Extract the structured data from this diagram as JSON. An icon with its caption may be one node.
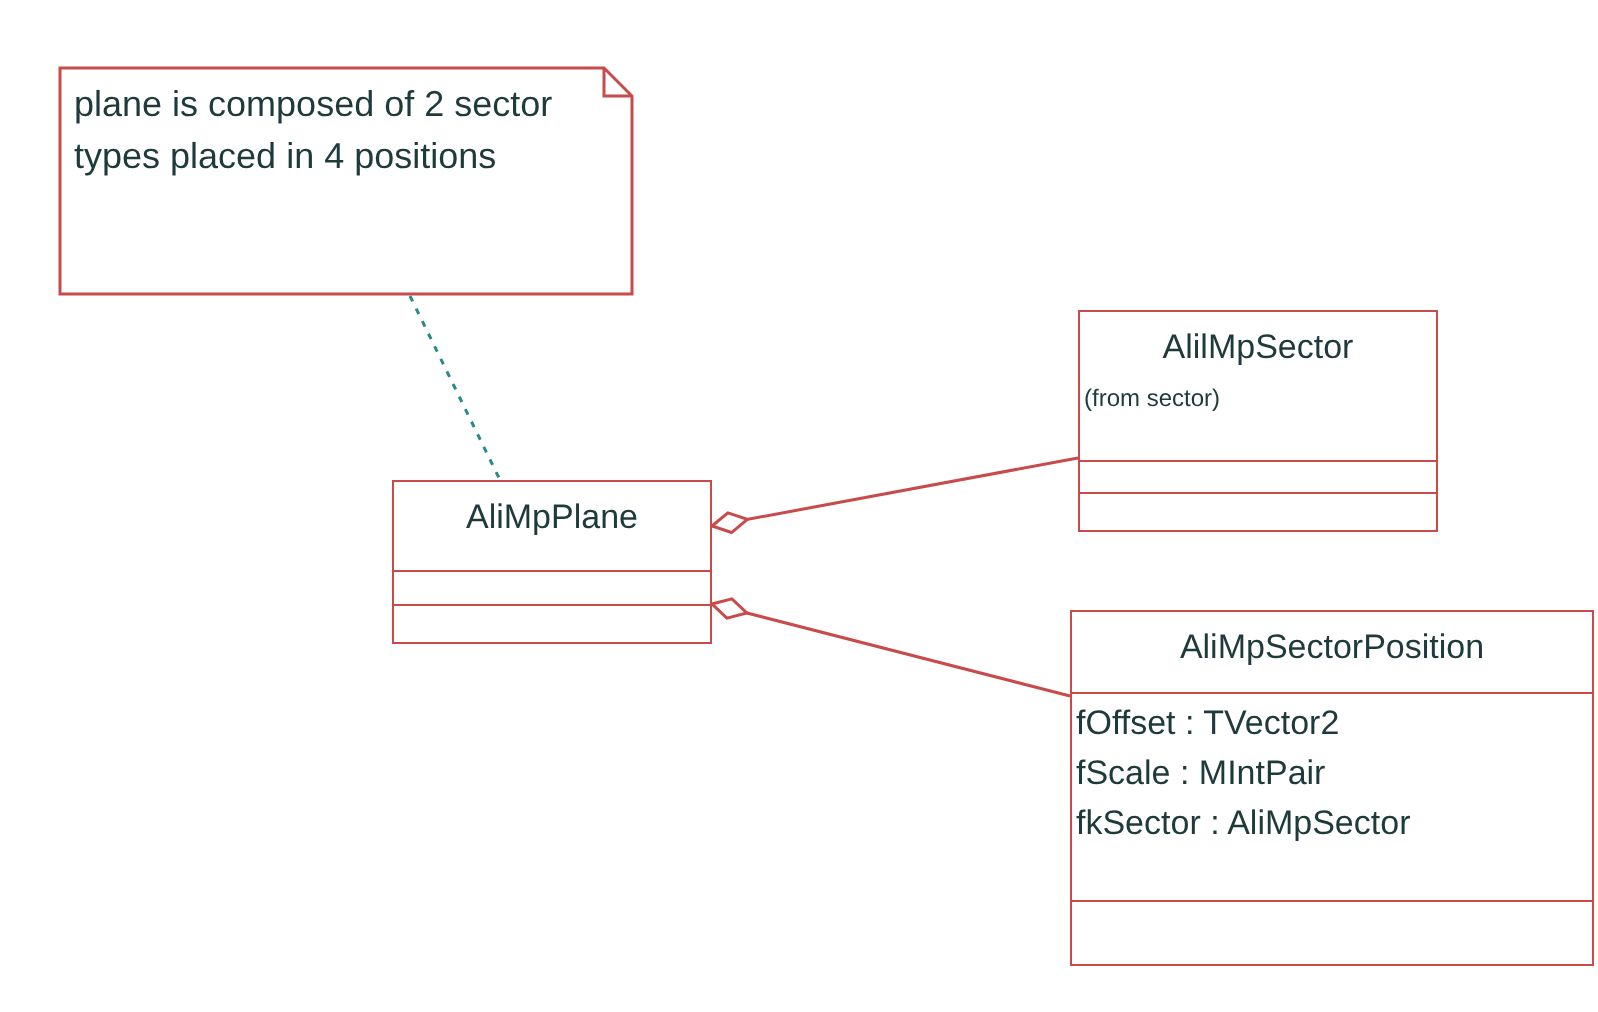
{
  "diagram": {
    "nodes": [
      {
        "text": [
          "plane is composed of 2 sector types placed in 4 positions"
        ]
      },
      {
        "text": [
          "AliMpPlane"
        ]
      },
      {
        "text": [
          "AlilMpSector",
          "(from sector)"
        ]
      },
      {
        "text": [
          "AliMpSectorPosition",
          "fOffset : TVector2",
          "fScale : MIntPair",
          "fkSector : AliMpSector"
        ]
      }
    ],
    "edges": [
      {
        "from": 0,
        "to": 1,
        "arrow": "none",
        "style": "dashed",
        "color": "#2a8a8a"
      },
      {
        "from": 1,
        "to": 2,
        "arrow": "other"
      },
      {
        "from": 1,
        "to": 3,
        "arrow": "other"
      }
    ]
  }
}
